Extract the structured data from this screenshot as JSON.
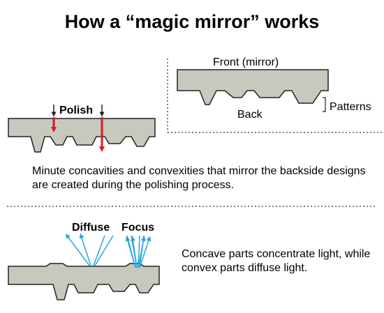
{
  "title": "How a “magic mirror” works",
  "labels": {
    "front": "Front (mirror)",
    "back": "Back",
    "patterns": "Patterns",
    "polish": "Polish",
    "diffuse": "Diffuse",
    "focus": "Focus"
  },
  "captions": {
    "polishing": "Minute concavities and convexities that mirror the backside designs are created during the polishing process.",
    "light": "Concave parts concentrate light, while convex parts diffuse light."
  },
  "colors": {
    "mirror_fill": "#c8c9be",
    "outline": "#222222",
    "polish_arrow": "#e0191f",
    "light_rays": "#2aa4e0",
    "divider": "#555555"
  }
}
